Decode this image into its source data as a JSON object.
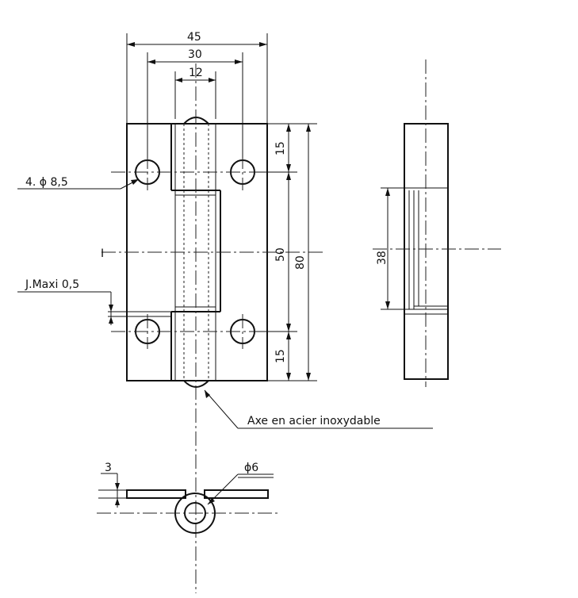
{
  "dimensions": {
    "width_overall": "45",
    "width_leaf_holes": "30",
    "knuckle": "12",
    "hole_from_top": "15",
    "hole_spacing": "50",
    "height_overall": "80",
    "hole_from_bottom": "15",
    "side_segment": "38",
    "thickness": "3",
    "pin_diameter": "ϕ6"
  },
  "callouts": {
    "holes": "4. ϕ 8,5",
    "clearance": "J.Maxi 0,5",
    "pin_material": "Axe en acier inoxydable",
    "section_mark": "I"
  }
}
